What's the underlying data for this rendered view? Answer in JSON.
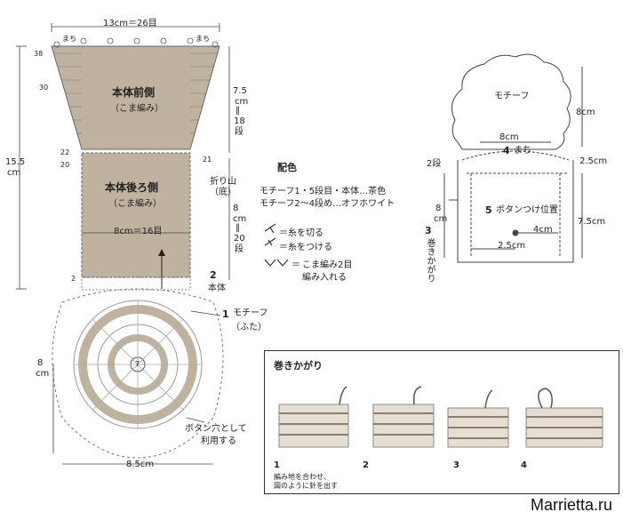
{
  "main_chart": {
    "top_width": "13cm＝26目",
    "stitch_label_left": "まち",
    "stitch_label_right": "まち",
    "row_38": "38",
    "row_30": "30",
    "row_22": "22",
    "row_20": "20",
    "row_21": "21",
    "row_2_left": "2",
    "front_label": "本体前側",
    "front_sub": "（こま編み）",
    "back_label": "本体後ろ側",
    "back_sub": "（こま編み）",
    "mid_width": "8cm＝16目",
    "left_height_1": "15.5",
    "left_height_2": "cm",
    "right_h1_a": "7.5",
    "right_h1_b": "cm",
    "right_h1_c": "‖",
    "right_h1_d": "18",
    "right_h1_e": "段",
    "fold_label_a": "折り山",
    "fold_label_b": "（底）",
    "right_h2_a": "8",
    "right_h2_b": "cm",
    "right_h2_c": "‖",
    "right_h2_d": "20",
    "right_h2_e": "段",
    "body_num": "2",
    "body_label": "本体",
    "motif_num": "1",
    "motif_label": "モチーフ",
    "motif_sub": "（ふた）",
    "motif_height_a": "8",
    "motif_height_b": "cm",
    "motif_width": "8.5cm",
    "button_hole_a": "ボタン穴として",
    "button_hole_b": "利用する",
    "center_mark": "7"
  },
  "colors_legend": {
    "title": "配色",
    "line1": "モチーフ1・5段目・本体…茶色",
    "line2": "モチーフ2〜4段め…オフホワイト",
    "sym1": "＝糸を切る",
    "sym2": "＝糸をつける",
    "sym3_a": "＝",
    "sym3_b": "こま編み2目",
    "sym3_c": "編み入れる"
  },
  "assembly": {
    "motif_label": "モチーフ",
    "motif_height": "8cm",
    "width_8cm": "8cm",
    "step4_num": "4",
    "step4_label": "まち",
    "rows_2": "2段",
    "size_25cm_right": "2.5cm",
    "left_8cm_a": "8",
    "left_8cm_b": "cm",
    "step5_num": "5",
    "step5_label": "ボタンつけ位置",
    "dim_4cm": "4cm",
    "dim_75cm": "7.5cm",
    "dim_25cm_bottom": "2.5cm",
    "step3_num": "3",
    "step3_label": "巻きかがり"
  },
  "whipstitch_panel": {
    "title": "巻きかがり",
    "steps": [
      "1",
      "2",
      "3",
      "4"
    ],
    "caption_line1": "編み地を合わせ、",
    "caption_line2": "図のように針を出す"
  },
  "watermark": "Marrietta.ru",
  "colors": {
    "shade": "#bfb39f",
    "border": "#444444",
    "yarn": "#8a7f6c"
  }
}
